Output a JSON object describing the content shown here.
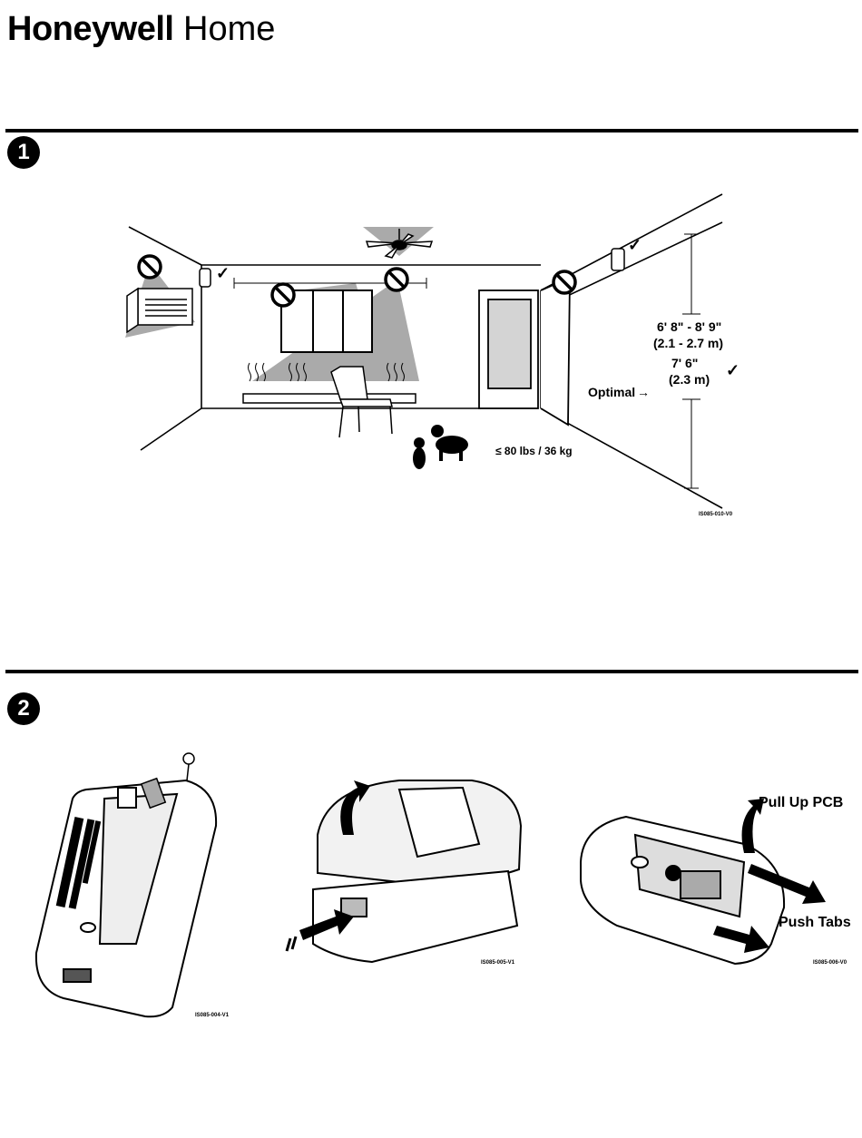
{
  "brand": {
    "bold": "Honeywell",
    "light": " Home"
  },
  "section1": {
    "number": "1",
    "height_range_imperial": "6' 8\" - 8' 9\"",
    "height_range_metric": "(2.1 - 2.7 m)",
    "optimal_imperial": "7' 6\"",
    "optimal_metric": "(2.3 m)",
    "optimal_label": "Optimal",
    "pet_weight": "≤ 80 lbs / 36 kg",
    "figure_code": "IS085-010-V0",
    "check_mark": "✓"
  },
  "section2": {
    "number": "2",
    "fig1_code": "IS085-004-V1",
    "fig2_code": "IS085-005-V1",
    "fig3_code": "IS085-006-V0",
    "pull_up_label": "Pull Up PCB",
    "push_tabs_label": "Push Tabs"
  }
}
